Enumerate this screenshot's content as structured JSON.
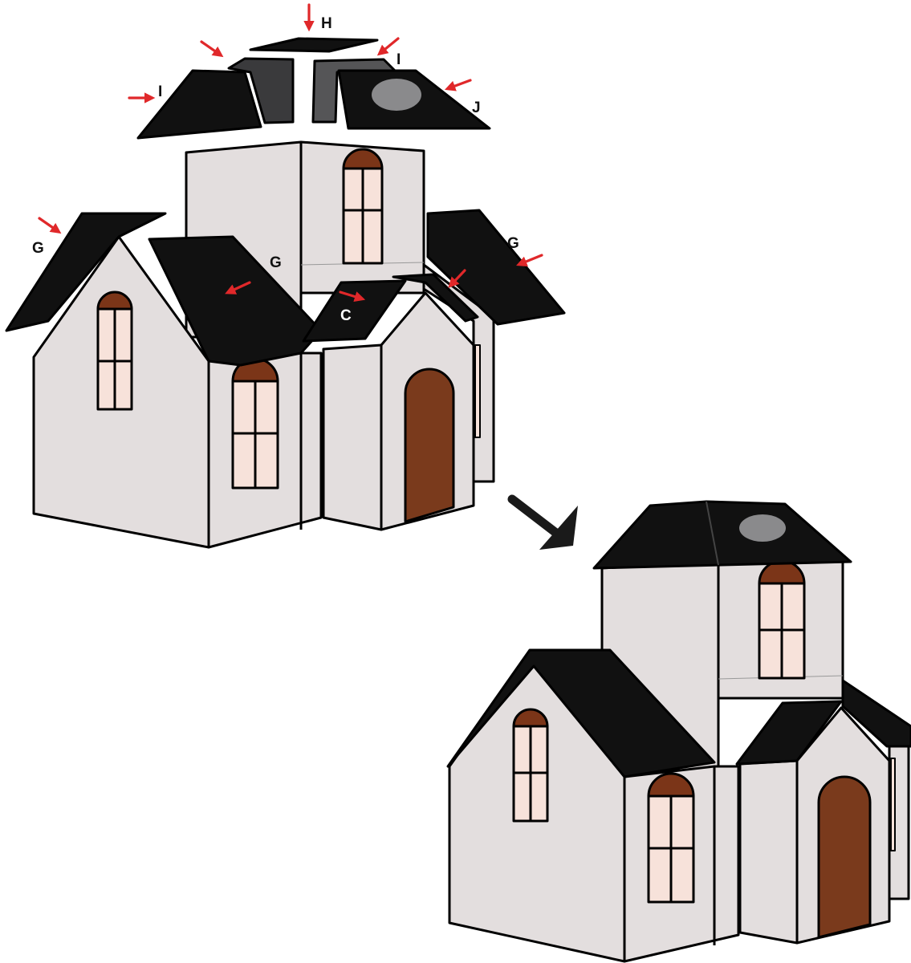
{
  "colors": {
    "wall": "#e3dede",
    "roof": "#111111",
    "roof_side": "#3a3a3c",
    "roof_side_light": "#555557",
    "outline": "#000000",
    "window_glass": "#f7e2da",
    "window_arch": "#7b3518",
    "door": "#7a3a1c",
    "chimney_oval": "#8a8a8c",
    "arrow_red": "#e0282a",
    "arrow_black": "#1a1a1a"
  },
  "labels": {
    "h": "H",
    "i_left": "I",
    "i_right": "I",
    "j": "J",
    "g_left": "G",
    "g_center": "G",
    "g_right": "G",
    "c": "C"
  },
  "icons": {
    "label_arrow": "red-arrow-icon",
    "step_arrow": "black-arrow-icon"
  }
}
